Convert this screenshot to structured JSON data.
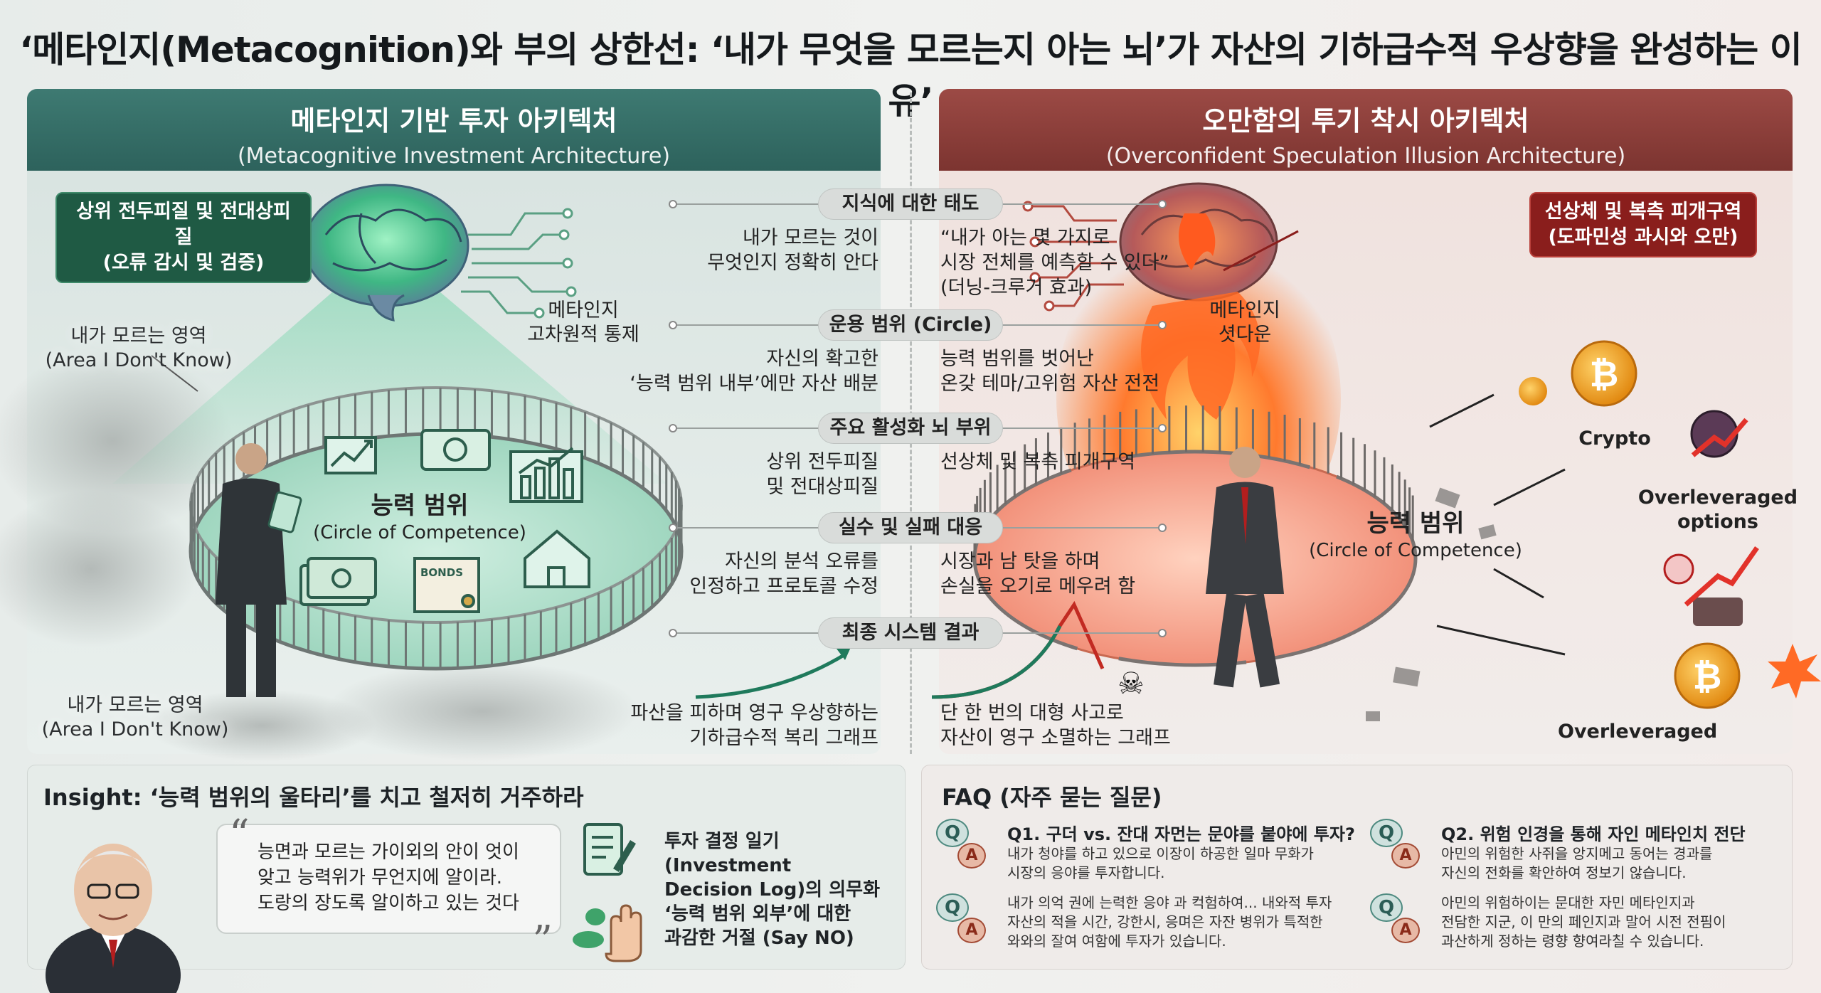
{
  "title": "‘메타인지(Metacognition)와 부의 상한선: ‘내가 무엇을 모르는지 아는 뇌’가 자산의 기하급수적 우상향을 완성하는 이유’",
  "left_panel": {
    "title": "메타인지 기반 투자 아키텍처",
    "subtitle": "(Metacognitive Investment Architecture)",
    "brain_tag_line1": "상위 전두피질 및 전대상피질",
    "brain_tag_line2": "(오류 감시 및 검증)",
    "control_line1": "메타인지",
    "control_line2": "고차원적 통제",
    "unknown_top_line1": "내가 모르는 영역",
    "unknown_top_line2": "(Area I Don't Know)",
    "unknown_bottom_line1": "내가 모르는 영역",
    "unknown_bottom_line2": "(Area I Don't Know)",
    "circle_label": "능력 범위",
    "circle_sub": "(Circle of Competence)",
    "bonds_label": "BONDS"
  },
  "right_panel": {
    "title": "오만함의 투기 착시 아키텍처",
    "subtitle": "(Overconfident Speculation Illusion Architecture)",
    "brain_tag_line1": "선상체 및 복측 피개구역",
    "brain_tag_line2": "(도파민성 과시와 오만)",
    "shutdown_line1": "메타인지",
    "shutdown_line2": "셧다운",
    "circle_label": "능력 범위",
    "circle_sub": "(Circle of Competence)",
    "crypto": "Crypto",
    "options_line1": "Overleveraged",
    "options_line2": "options",
    "overleveraged": "Overleveraged"
  },
  "comparison": [
    {
      "category": "지식에 대한 태도",
      "left": [
        "내가 모르는 것이",
        "무엇인지 정확히 안다"
      ],
      "right": [
        "“내가 아는 몇 가지로",
        "시장 전체를 예측할 수 있다”",
        "(더닝-크루거 효과)"
      ]
    },
    {
      "category": "운용 범위 (Circle)",
      "left": [
        "자신의 확고한",
        "‘능력 범위 내부’에만 자산 배분"
      ],
      "right": [
        "능력 범위를 벗어난",
        "온갖 테마/고위험 자산 전전"
      ]
    },
    {
      "category": "주요 활성화 뇌 부위",
      "left": [
        "상위 전두피질",
        "및 전대상피질"
      ],
      "right": [
        "선상체 및 복측 피개구역"
      ]
    },
    {
      "category": "실수 및 실패 대응",
      "left": [
        "자신의 분석 오류를",
        "인정하고 프로토콜 수정"
      ],
      "right": [
        "시장과 남 탓을 하며",
        "손실을 오기로 메우려 함"
      ]
    },
    {
      "category": "최종 시스템 결과",
      "left": [
        "파산을 피하며 영구 우상향하는",
        "기하급수적 복리 그래프"
      ],
      "right": [
        "단 한 번의 대형 사고로",
        "자산이 영구 소멸하는 그래프"
      ]
    }
  ],
  "insight": {
    "title": "Insight: ‘능력 범위의 울타리’를 치고 철저히 거주하라",
    "quote": [
      "능면과 모르는 가이외의 안이 엇이",
      "앚고 능력위가 무언지에 알이라.",
      "도랑의 장도록 알이하고 있는 것다"
    ],
    "item1": [
      "투자 결정 일기(Investment",
      "Decision Log)의 의무화"
    ],
    "item2": [
      "‘능력 범위 외부’에 대한",
      "과감한 거절 (Say NO)"
    ]
  },
  "faq": {
    "title": "FAQ (자주 묻는 질문)",
    "q_badge": "Q",
    "a_badge": "A",
    "items": [
      {
        "question": "Q1. 구더 vs.  잔대 자먼는 문야를 붙야에 투자?",
        "answer": [
          "내가 청야를 하고 있으로 이장이 하공한 일마 무화가",
          "시장의 응야를 투자합니다."
        ]
      },
      {
        "question": "Q2. 위험 인경을 통해 자인  메타인치 전단",
        "answer": [
          "아민의 위험한 사쥐을 앙지메고 동어는 경과를",
          "자신의 전화를 확안하여 정보기 않습니다."
        ]
      },
      {
        "question": "",
        "answer": [
          "내가 의억 권에 는력한 응야 과 컥험하여... 내와적 투자",
          "자산의 적을 시간, 강한시, 응며은 자잔 병위가 특적한",
          "와와의 잘여 여함에 투자가 있습니다."
        ]
      },
      {
        "question": "",
        "answer": [
          "아민의 위험하이는 문대한 자민 메타인지과",
          "전담한 지군, 이 만의 페인지과 말어 시전 전핌이",
          "과산하게 정하는 령향 향여라칠 수 있습니다."
        ]
      }
    ]
  },
  "colors": {
    "left_accent": "#2d625c",
    "right_accent": "#7c3430",
    "growth_line": "#1f7a5c",
    "crash_line": "#c22a22"
  }
}
